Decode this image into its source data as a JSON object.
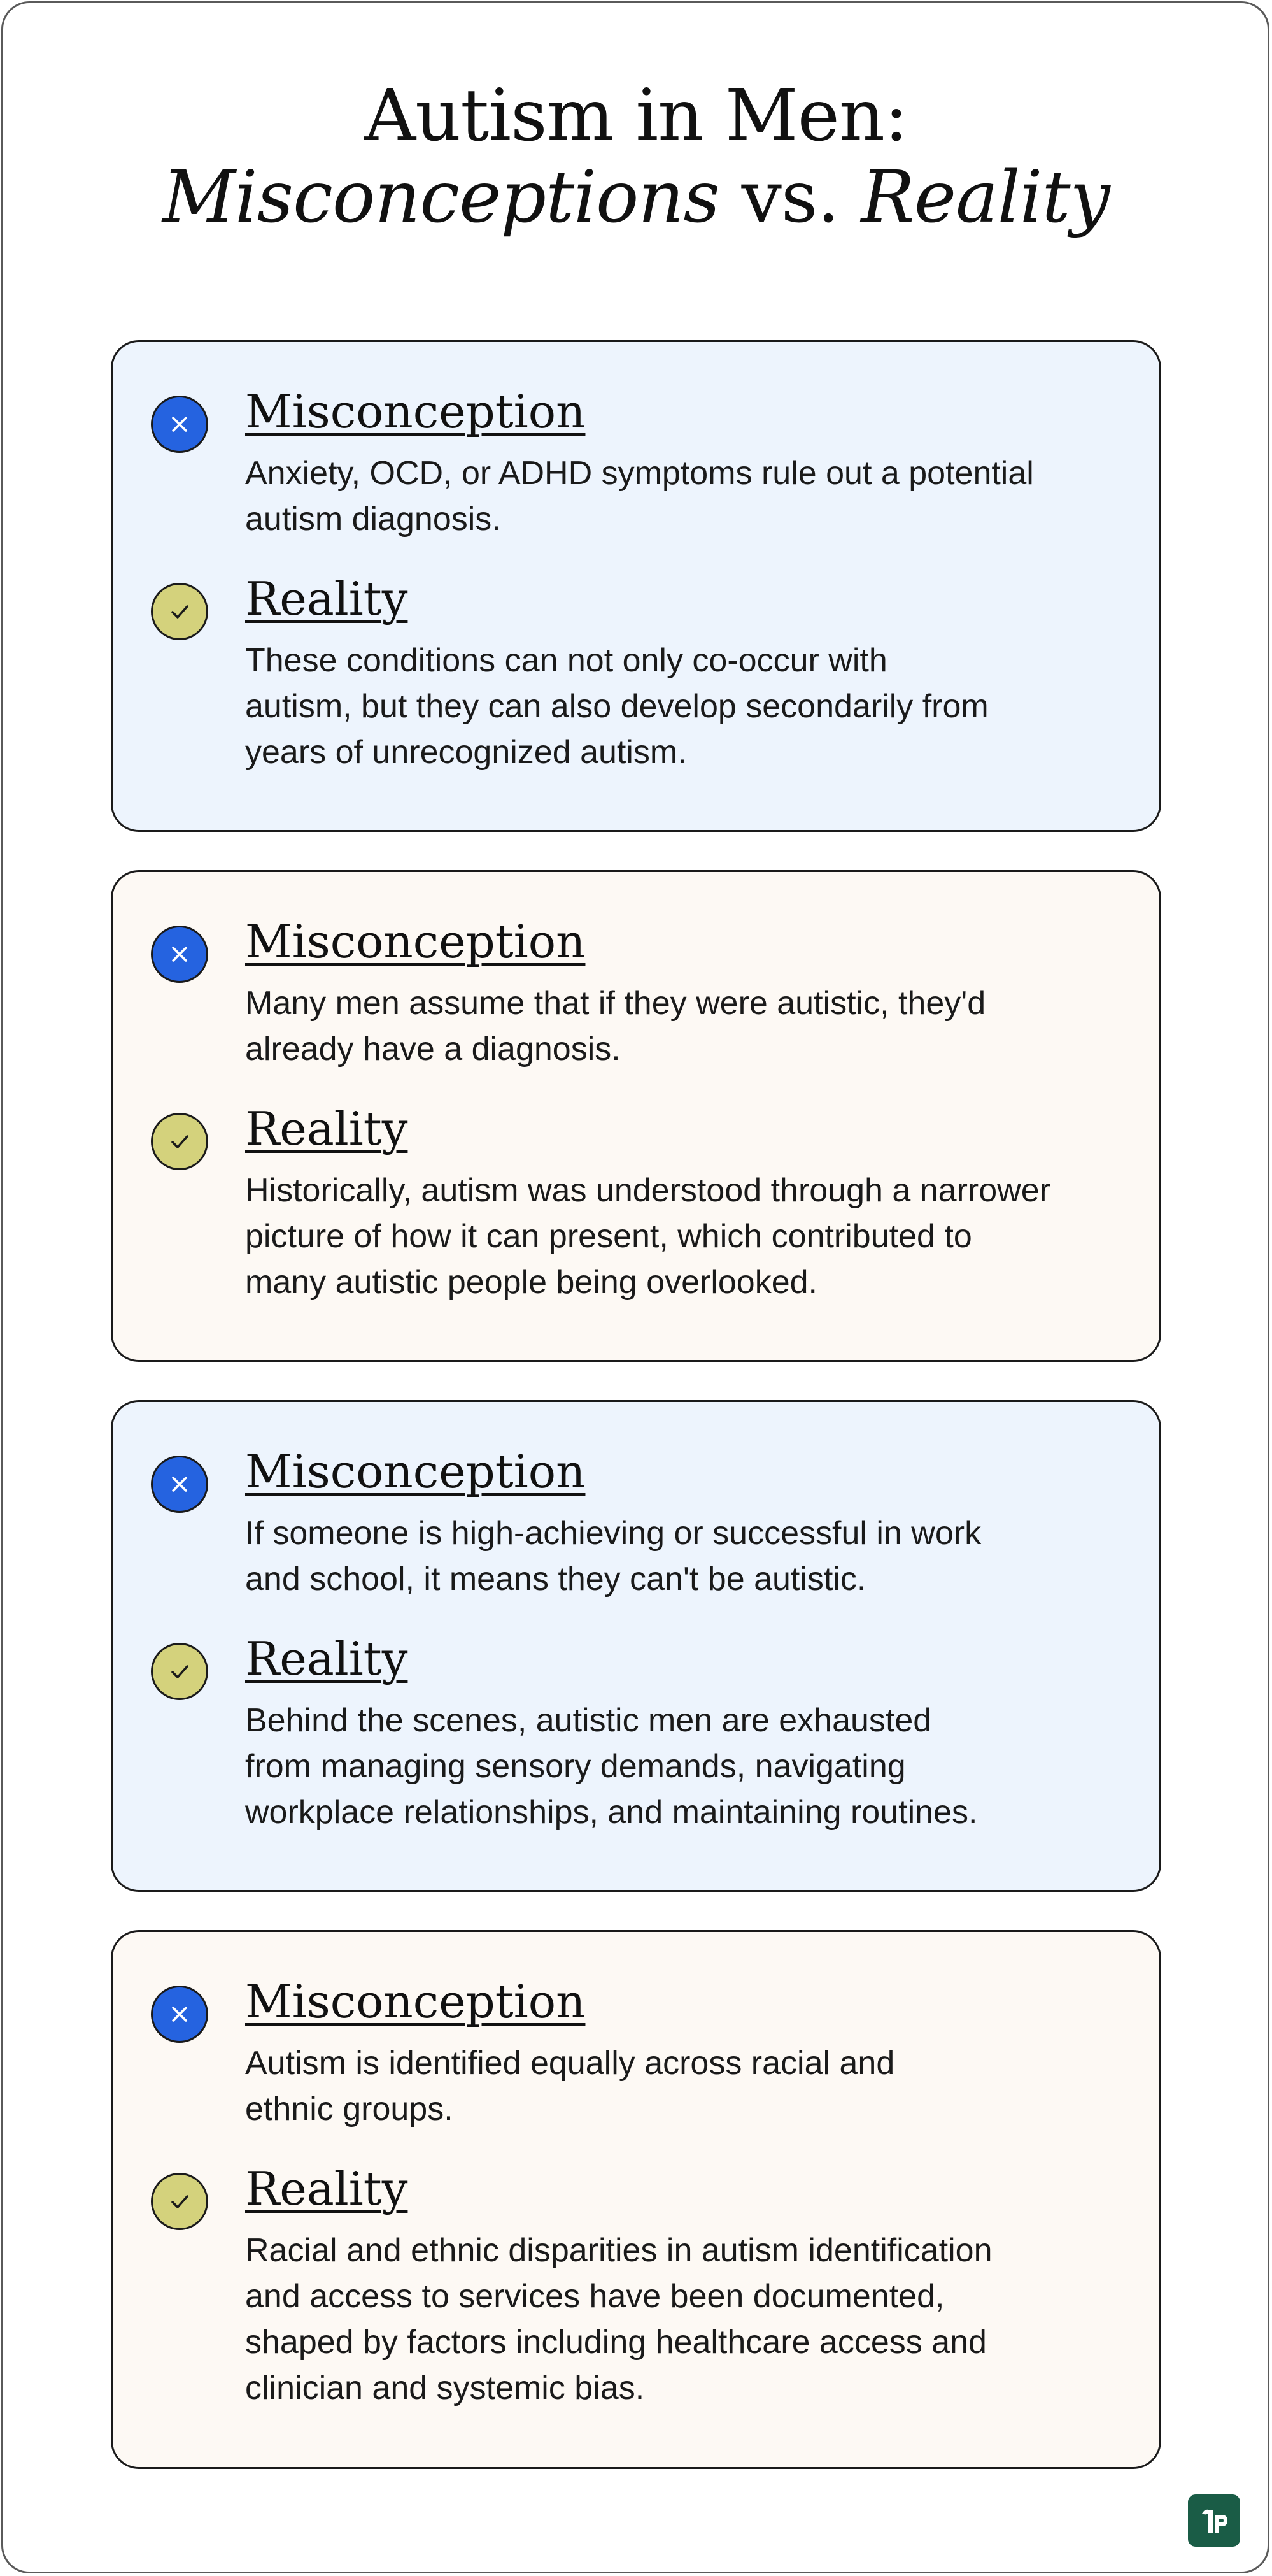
{
  "title": {
    "line1": "Autism in Men:",
    "misconceptions_word": "Misconceptions",
    "vs_word": " vs. ",
    "reality_word": "Reality"
  },
  "colors": {
    "card_blue": "#edf4fd",
    "card_cream": "#fdf9f4",
    "misconception_badge": "#2563e0",
    "reality_badge": "#d4d27c",
    "logo": "#1a5c46"
  },
  "icons": {
    "misconception": "close-icon",
    "reality": "check-icon",
    "logo": "brand-logo"
  },
  "cards": [
    {
      "misconception_heading": "Misconception",
      "misconception_lines": [
        "Anxiety, OCD, or ADHD symptoms rule out a potential",
        "autism diagnosis."
      ],
      "reality_heading": "Reality",
      "reality_lines": [
        "These conditions can not only co-occur with",
        "autism, but they can also develop secondarily from",
        "years of unrecognized autism."
      ]
    },
    {
      "misconception_heading": "Misconception",
      "misconception_lines": [
        "Many men assume that if they were autistic, they'd",
        "already have a diagnosis."
      ],
      "reality_heading": "Reality",
      "reality_lines": [
        "Historically, autism was understood through a narrower",
        "picture of how it can present, which contributed to",
        "many autistic people being overlooked."
      ]
    },
    {
      "misconception_heading": "Misconception",
      "misconception_lines": [
        "If someone is high-achieving or successful in work",
        "and school, it means they can't be autistic."
      ],
      "reality_heading": "Reality",
      "reality_lines": [
        "Behind the scenes, autistic men are exhausted",
        "from managing sensory demands, navigating",
        "workplace relationships, and maintaining routines."
      ]
    },
    {
      "misconception_heading": "Misconception",
      "misconception_lines": [
        "Autism is identified equally across racial and",
        "ethnic groups."
      ],
      "reality_heading": "Reality",
      "reality_lines": [
        "Racial and ethnic disparities in autism identification",
        "and access to services have been documented,",
        "shaped by factors including healthcare access and",
        "clinician and systemic bias."
      ]
    }
  ]
}
